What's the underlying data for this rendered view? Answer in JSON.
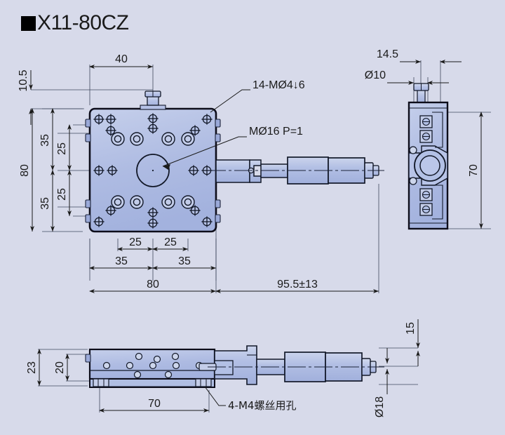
{
  "title": {
    "marker": "black-square-bullet",
    "label": "X11-80CZ"
  },
  "colors": {
    "background": "#d7daea",
    "body_fill": "#aab8e0",
    "body_fill_light": "#bcc7e6",
    "body_fill_lighter": "#c8d1ea",
    "outline": "#0d0d1a",
    "thin_line": "#2b3250",
    "dim_line": "#1a1a1a"
  },
  "views": {
    "top": {
      "name": "top-view",
      "dimensions": {
        "height_10_5": "10.5",
        "knob_offset_40": "40",
        "overall_height_80": "80",
        "pitch_upper_35": "35",
        "pitch_lower_35": "35",
        "pitch_upper_25": "25",
        "pitch_lower_25": "25",
        "bottom_inner_left_25": "25",
        "bottom_inner_right_25": "25",
        "bottom_mid_left_35": "35",
        "bottom_mid_right_35": "35",
        "overall_width_80": "80",
        "travel_length": "95.5±13"
      },
      "leaders": {
        "tapped_holes": "14-MØ4↓6",
        "micrometer_thread": "MØ16 P=1"
      }
    },
    "side": {
      "name": "side-view",
      "dimensions": {
        "knob_offset_14_5": "14.5",
        "bore_dia_10": "Ø10",
        "overall_70": "70"
      }
    },
    "front": {
      "name": "front-view",
      "dimensions": {
        "overall_height_23": "23",
        "plate_height_20": "20",
        "base_length_70": "70",
        "axis_height_15": "15",
        "spindle_dia_18": "Ø18"
      },
      "leaders": {
        "mounting_holes": "4-M4螺丝用孔"
      }
    }
  }
}
